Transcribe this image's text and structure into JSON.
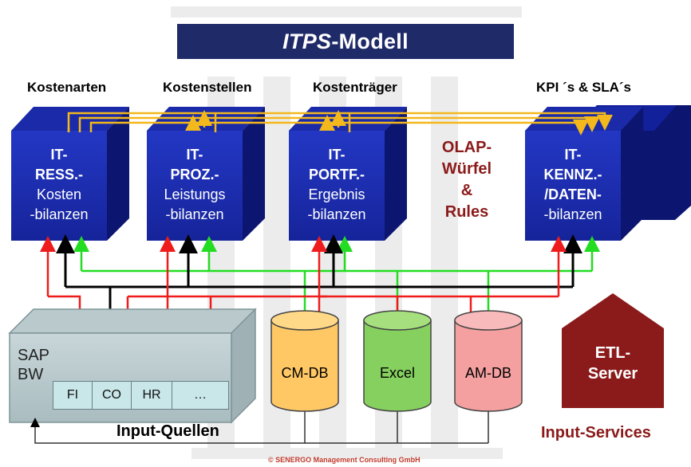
{
  "title": {
    "italic": "ITPS",
    "rest": "-Modell"
  },
  "column_labels": [
    "Kostenarten",
    "Kostenstellen",
    "Kostenträger",
    "KPI ´s & SLA´s"
  ],
  "cubes": [
    {
      "id": "ress",
      "lines": [
        "IT-",
        "RESS.-",
        "Kosten",
        "-bilanzen"
      ]
    },
    {
      "id": "proz",
      "lines": [
        "IT-",
        "PROZ.-",
        "Leistungs",
        "-bilanzen"
      ]
    },
    {
      "id": "portf",
      "lines": [
        "IT-",
        "PORTF.-",
        "Ergebnis",
        "-bilanzen"
      ]
    },
    {
      "id": "kennz",
      "lines": [
        "IT-",
        "KENNZ.-",
        "/DATEN-",
        "-bilanzen"
      ]
    }
  ],
  "olap_label": [
    "OLAP-",
    "Würfel",
    "&",
    "Rules"
  ],
  "sap": {
    "line1": "SAP",
    "line2": "BW",
    "modules": [
      "FI",
      "CO",
      "HR",
      "…"
    ]
  },
  "databases": [
    {
      "id": "cm",
      "label": "CM-DB",
      "color": "#ffc864"
    },
    {
      "id": "excel",
      "label": "Excel",
      "color": "#86d060"
    },
    {
      "id": "am",
      "label": "AM-DB",
      "color": "#f4a0a0"
    }
  ],
  "etl": {
    "line1": "ETL-",
    "line2": "Server",
    "color": "#8b1a1a"
  },
  "input_quellen": "Input-Quellen",
  "input_services": "Input-Services",
  "copyright": "© SENERGO Management Consulting GmbH",
  "colors": {
    "title_bg": "#1f2a68",
    "cube_front": "#1c2fb0",
    "cube_dark": "#0c1670",
    "yellow_line": "#f2b81c",
    "red_line": "#ee1c1c",
    "green_line": "#22dd22",
    "black_line": "#000000"
  }
}
